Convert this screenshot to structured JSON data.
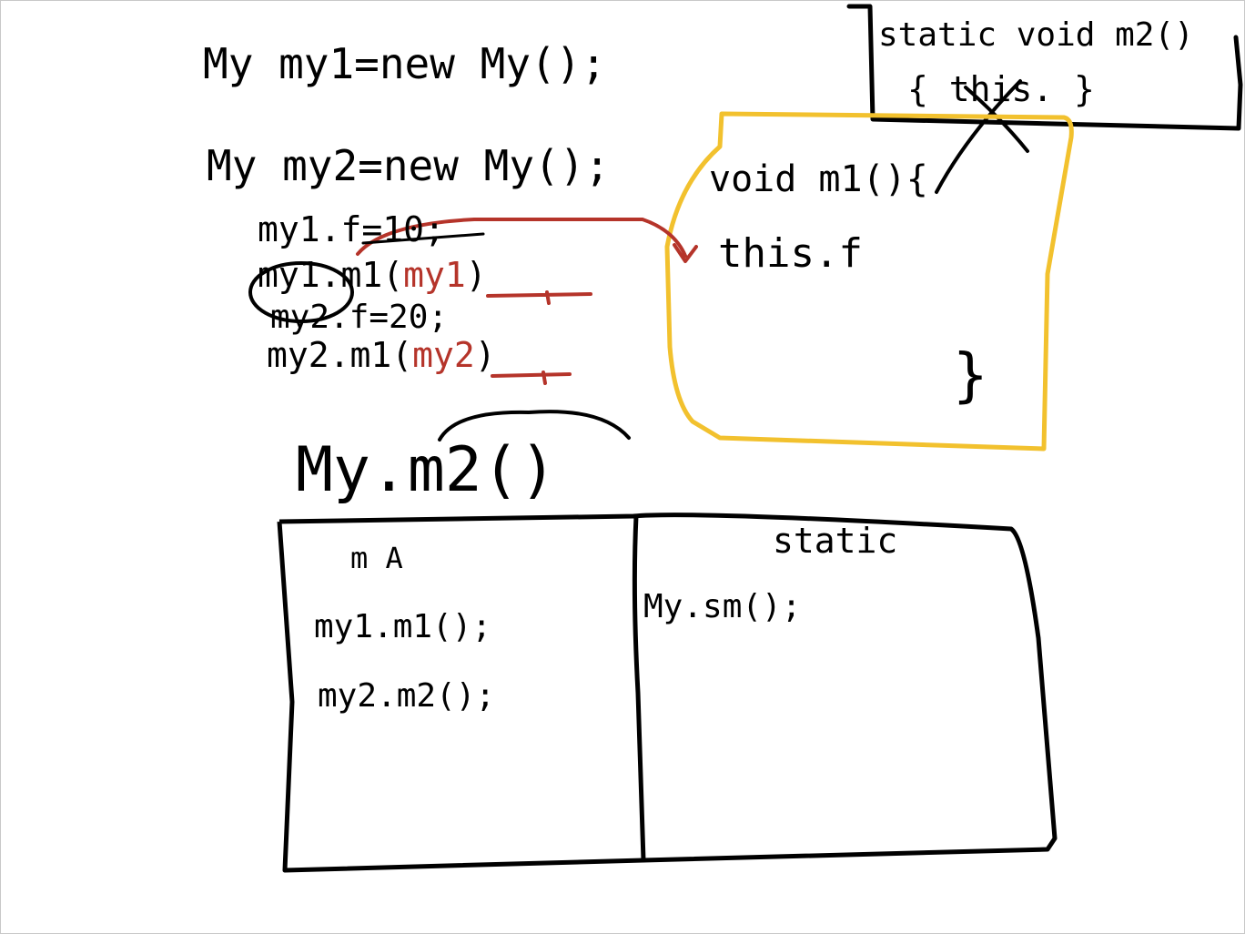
{
  "colors": {
    "ink": "#000000",
    "red_ink": "#b5342a",
    "highlight_yellow": "#f2c12e",
    "border": "#c8c8c8",
    "background": "#ffffff"
  },
  "code_lines": {
    "line1": "My my1=new My();",
    "line2": "My my2=new My();",
    "line3": "my1.f=10;",
    "line4_prefix": "my1.m1(",
    "line4_arg": "my1",
    "line4_suffix": ")",
    "line5": "my2.f=20;",
    "line6_prefix": "my2.m1(",
    "line6_arg": "my2",
    "line6_suffix": ")"
  },
  "static_method_box": {
    "signature": "static void m2()",
    "body": "{ this.   }"
  },
  "method_box": {
    "signature": "void m1(){",
    "body": "this.f",
    "closing": "}"
  },
  "static_call": "My.m2()",
  "table": {
    "left_header": "m  A",
    "left_rows": [
      "my1.m1();",
      "my2.m2();"
    ],
    "right_header": "static",
    "right_rows": [
      "My.sm();"
    ]
  }
}
